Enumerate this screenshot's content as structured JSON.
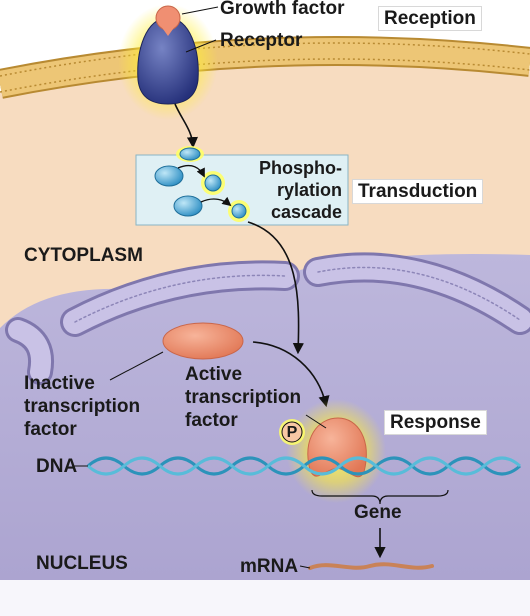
{
  "labels": {
    "growth_factor": "Growth factor",
    "receptor": "Receptor",
    "reception": "Reception",
    "phosphorylation_line1": "Phospho-",
    "phosphorylation_line2": "rylation",
    "phosphorylation_line3": "cascade",
    "transduction": "Transduction",
    "cytoplasm": "CYTOPLASM",
    "inactive_line1": "Inactive",
    "inactive_line2": "transcription",
    "inactive_line3": "factor",
    "active_line1": "Active",
    "active_line2": "transcription",
    "active_line3": "factor",
    "response": "Response",
    "phosphate": "P",
    "dna": "DNA",
    "gene": "Gene",
    "nucleus": "NUCLEUS",
    "mrna": "mRNA"
  },
  "colors": {
    "membrane": "#e2b45a",
    "cytoplasm": "#f7dcc0",
    "nucleus": "#b7b0d6",
    "receptor": "#2f3f8a",
    "growth_factor": "#f08f72",
    "transcription_factor": "#ef9477",
    "kinase": "#4aa9d9",
    "dna": "#3aa6c9",
    "mrna": "#c98257"
  }
}
